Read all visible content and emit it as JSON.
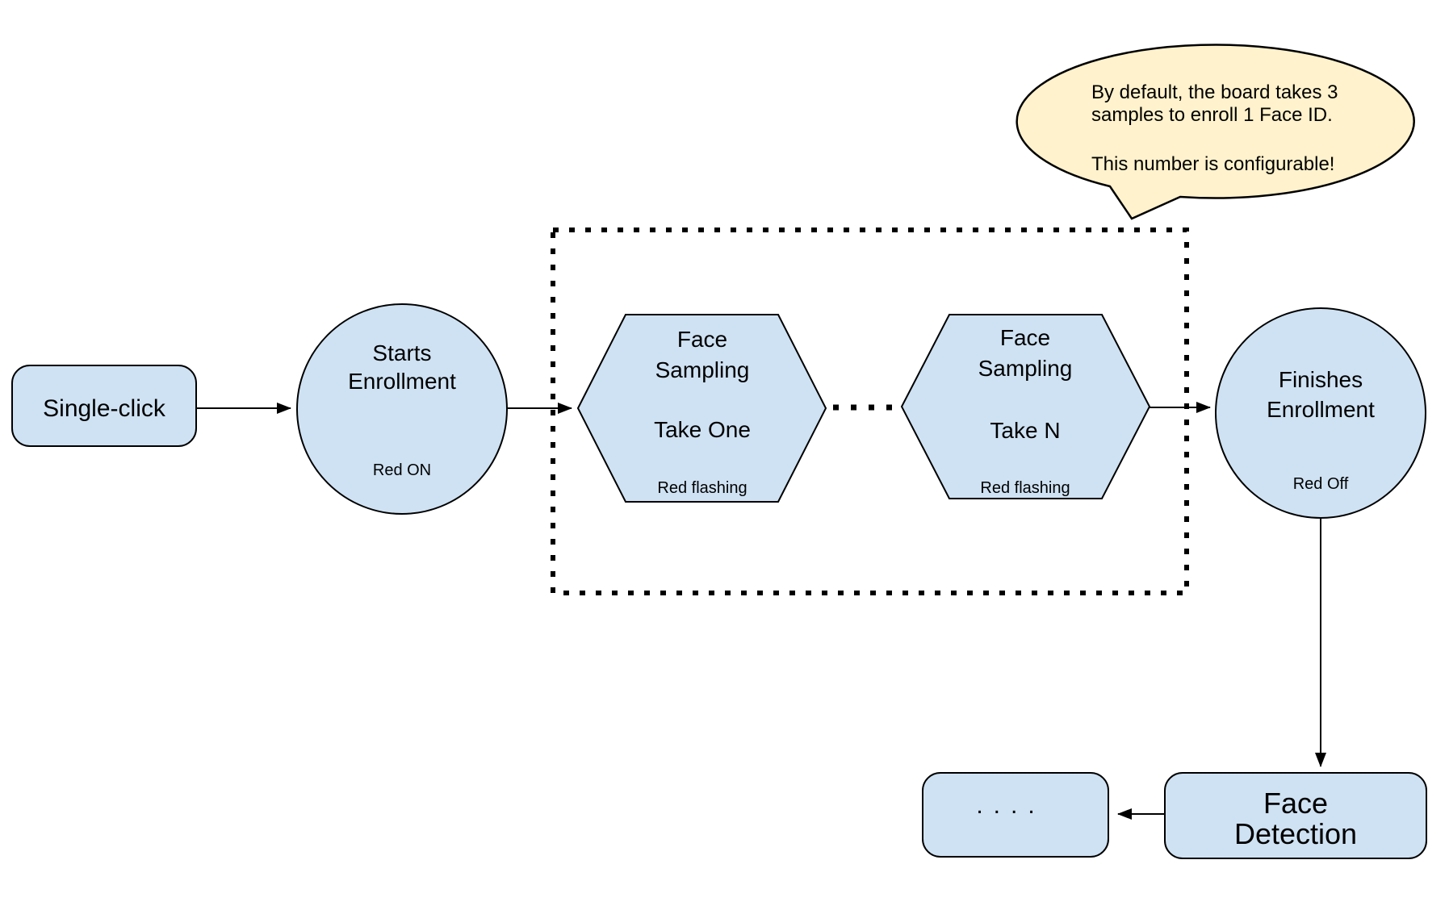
{
  "diagram": {
    "colors": {
      "node_fill": "#cfe2f3",
      "callout_fill": "#fff2cc",
      "stroke": "#000000"
    },
    "nodes": {
      "single_click": {
        "label": "Single-click"
      },
      "starts_enrollment": {
        "line1": "Starts",
        "line2": "Enrollment",
        "status": "Red ON"
      },
      "face_sampling_one": {
        "line1": "Face",
        "line2": "Sampling",
        "take": "Take One",
        "status": "Red flashing"
      },
      "face_sampling_n": {
        "line1": "Face",
        "line2": "Sampling",
        "take": "Take N",
        "status": "Red flashing"
      },
      "finishes_enrollment": {
        "line1": "Finishes",
        "line2": "Enrollment",
        "status": "Red Off"
      },
      "face_detection": {
        "line1": "Face",
        "line2": "Detection"
      },
      "continuation": {
        "label": "...."
      }
    },
    "callout": {
      "line1": "By default, the board takes 3",
      "line2": "samples to enroll 1 Face ID.",
      "line3": "This number is configurable!"
    }
  }
}
